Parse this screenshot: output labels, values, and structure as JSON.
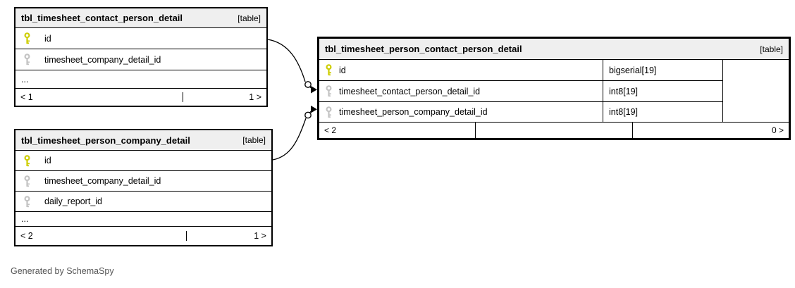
{
  "caption": "Generated by SchemaSpy",
  "colors": {
    "header_bg": "#efefef",
    "border_color": "#000000",
    "key_primary": "#cdcd00",
    "key_foreign": "#c3c3c3",
    "caption_color": "#555555",
    "page_bg": "#ffffff"
  },
  "tables": [
    {
      "name": "tbl_timesheet_contact_person_detail",
      "badge": "[table]",
      "columns": [
        {
          "name": "id",
          "key": "primary"
        },
        {
          "name": "timesheet_company_detail_id",
          "key": "foreign"
        }
      ],
      "ellipsis": "...",
      "footer": {
        "left": "< 1",
        "center": "",
        "right": "1 >"
      }
    },
    {
      "name": "tbl_timesheet_person_company_detail",
      "badge": "[table]",
      "columns": [
        {
          "name": "id",
          "key": "primary"
        },
        {
          "name": "timesheet_company_detail_id",
          "key": "foreign"
        },
        {
          "name": "daily_report_id",
          "key": "foreign"
        }
      ],
      "ellipsis": "...",
      "footer": {
        "left": "< 2",
        "center": "",
        "right": "1 >"
      }
    },
    {
      "name": "tbl_timesheet_person_contact_person_detail",
      "badge": "[table]",
      "columns": [
        {
          "name": "id",
          "type": "bigserial[19]",
          "key": "primary"
        },
        {
          "name": "timesheet_contact_person_detail_id",
          "type": "int8[19]",
          "key": "foreign"
        },
        {
          "name": "timesheet_person_company_detail_id",
          "type": "int8[19]",
          "key": "foreign"
        }
      ],
      "footer": {
        "left": "< 2",
        "center": "",
        "right": "0 >"
      }
    }
  ],
  "relationships": [
    {
      "from_table": "tbl_timesheet_contact_person_detail",
      "from_column": "id",
      "to_table": "tbl_timesheet_person_contact_person_detail",
      "to_column": "timesheet_contact_person_detail_id"
    },
    {
      "from_table": "tbl_timesheet_person_company_detail",
      "from_column": "id",
      "to_table": "tbl_timesheet_person_contact_person_detail",
      "to_column": "timesheet_person_company_detail_id"
    }
  ]
}
